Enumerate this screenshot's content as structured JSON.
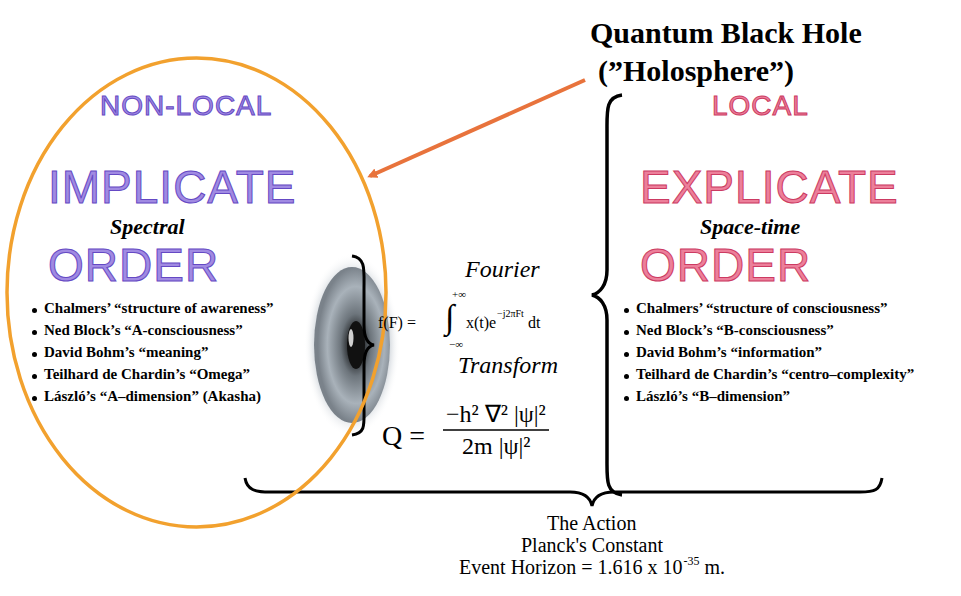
{
  "diagram": {
    "nodes": [
      {
        "text": [
          "NON-LOCAL",
          "IMPLICATE",
          "ORDER",
          "Spectral",
          "Chalmers’ “structure of awareness”",
          "Ned Block’s “A-consciousness”",
          "David Bohm’s “meaning”",
          "Teilhard de Chardin’s “Omega”",
          "László’s “A–dimension” (Akasha)"
        ]
      }
    ],
    "labels": [
      "Quantum Black Hole",
      "(”Holosphere”)",
      "LOCAL",
      "EXPLICATE",
      "ORDER",
      "Space-time",
      "Chalmers’ “structure of consciousness”",
      "Ned Block’s “B-consciousness”",
      "David Bohm’s “information”",
      "Teilhard de Chardin’s “centro–complexity”",
      "László’s “B–dimension”",
      "Fourier",
      "f(F) =",
      "+∞",
      "∫",
      "−∞",
      "x(t)e",
      "−j2πFt",
      "dt",
      "Transform",
      "Q =",
      "−h² ∇² |ψ|²",
      "2m |ψ|²",
      "The Action",
      "Planck's Constant",
      "Event Horizon = 1.616 x 10",
      "-35",
      "m."
    ]
  }
}
